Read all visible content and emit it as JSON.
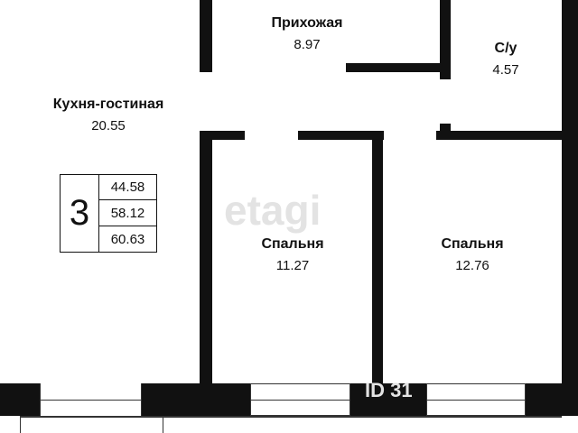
{
  "rooms": {
    "hallway": {
      "name": "Прихожая",
      "area": "8.97"
    },
    "bathroom": {
      "name": "С/у",
      "area": "4.57"
    },
    "kitchen_living": {
      "name": "Кухня-гостиная",
      "area": "20.55"
    },
    "bedroom_1": {
      "name": "Спальня",
      "area": "11.27"
    },
    "bedroom_2": {
      "name": "Спальня",
      "area": "12.76"
    }
  },
  "summary": {
    "room_count": "3",
    "living_area": "44.58",
    "total_area": "58.12",
    "total_area_with_balcony": "60.63"
  },
  "watermark": {
    "brand": "etagi",
    "listing_id": "ID 31"
  },
  "colors": {
    "wall": "#111111",
    "background": "#ffffff",
    "watermark": "#e3e3e3"
  }
}
